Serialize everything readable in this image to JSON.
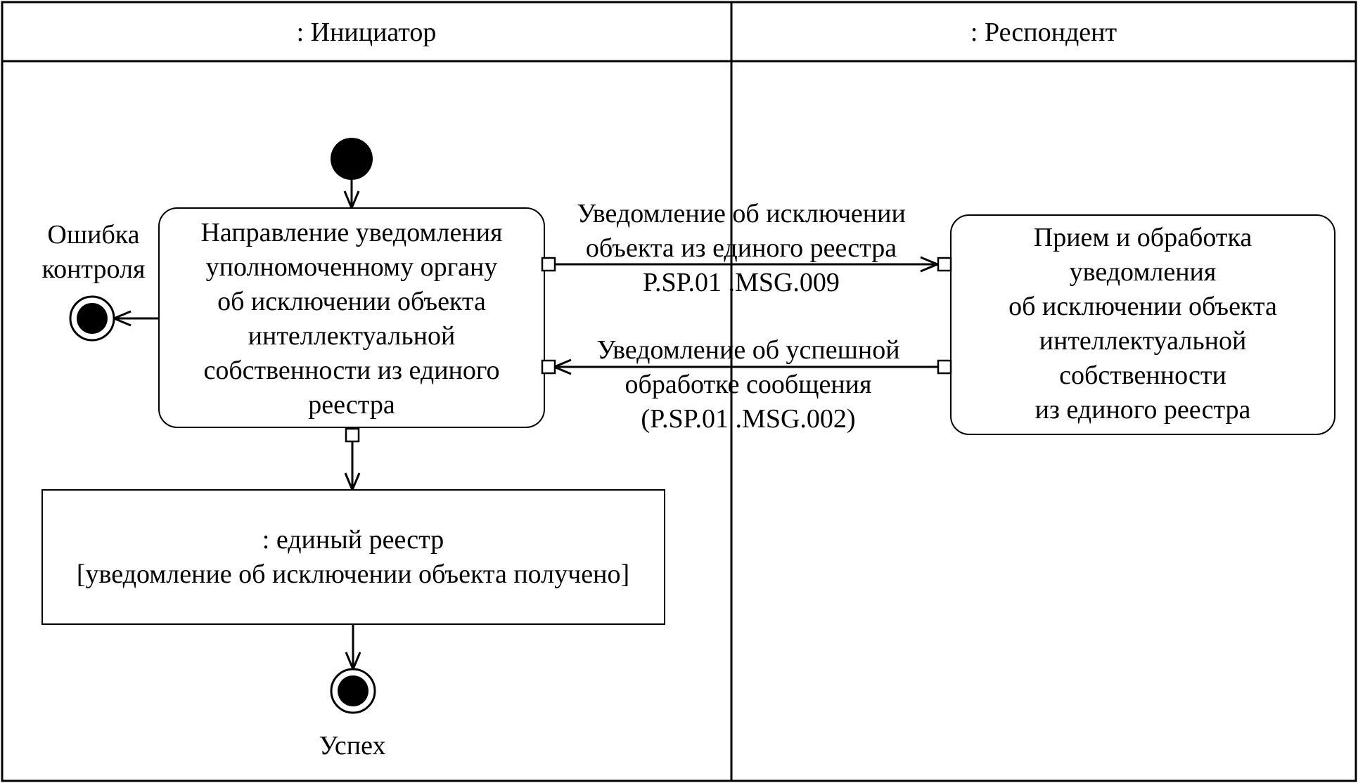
{
  "lanes": {
    "initiator": ": Инициатор",
    "respondent": ": Респондент"
  },
  "actions": {
    "send_notification": [
      "Направление уведомления",
      "уполномоченному органу",
      "об исключении объекта",
      "интеллектуальной",
      "собственности из единого",
      "реестра"
    ],
    "receive_process": [
      "Прием и обработка",
      "уведомления",
      "об исключении объекта",
      "интеллектуальной",
      "собственности",
      "из единого реестра"
    ]
  },
  "flows": {
    "request": [
      "Уведомление об исключении",
      "объекта  из  единого реестра",
      "P.SP.01  .MSG.009"
    ],
    "response": [
      "Уведомление об успешной",
      "обработке  сообщения",
      "(P.SP.01 .MSG.002)"
    ]
  },
  "object_node": {
    "name": ": единый  реестр",
    "state": "[уведомление об исключении объекта получено]"
  },
  "final_states": {
    "error": [
      "Ошибка",
      "контроля"
    ],
    "success": "Успех"
  }
}
